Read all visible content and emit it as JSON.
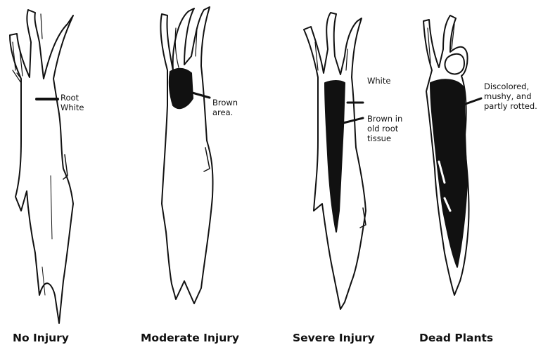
{
  "panels": [
    {
      "caption": "No Injury",
      "annotations": [
        {
          "text": "Root\nWhite"
        }
      ]
    },
    {
      "caption": "Moderate Injury",
      "annotations": [
        {
          "text": "Brown\narea."
        }
      ]
    },
    {
      "caption": "Severe Injury",
      "annotations": [
        {
          "text": "White"
        },
        {
          "text": "Brown in\nold root\ntissue"
        }
      ]
    },
    {
      "caption": "Dead Plants",
      "annotations": [
        {
          "text": "Discolored,\nmushy, and\npartly rotted."
        }
      ]
    }
  ],
  "colors": {
    "ink": "#111111",
    "background": "#ffffff"
  }
}
